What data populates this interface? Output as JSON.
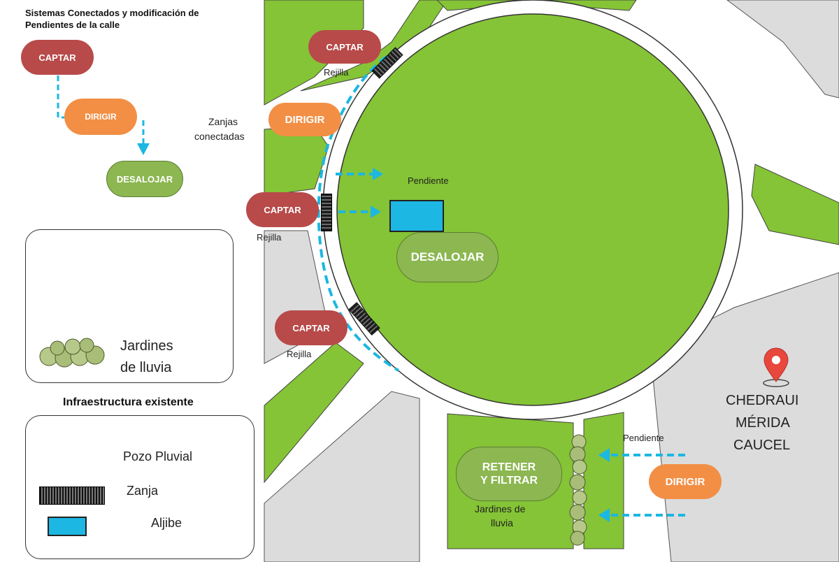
{
  "title": "Sistemas Conectados y modificación de Pendientes de la calle",
  "legend_flow": {
    "captar": "CAPTAR",
    "dirigir": "DIRIGIR",
    "desalojar": "DESALOJAR"
  },
  "legend_box1": {
    "jardines_line1": "Jardines",
    "jardines_line2": "de lluvia"
  },
  "legend_box2": {
    "heading": "Infraestructura existente",
    "pozo": "Pozo Pluvial",
    "zanja": "Zanja",
    "aljibe": "Aljibe"
  },
  "map": {
    "captar_top": "CAPTAR",
    "rejilla_top": "Rejilla",
    "dirigir_left": "DIRIGIR",
    "zanjas_line1": "Zanjas",
    "zanjas_line2": "conectadas",
    "captar_mid": "CAPTAR",
    "rejilla_mid": "Rejilla",
    "pendiente_center": "Pendiente",
    "desalojar_center": "DESALOJAR",
    "captar_bottom": "CAPTAR",
    "rejilla_bottom": "Rejilla",
    "retener_line1": "RETENER",
    "retener_line2": "Y FILTRAR",
    "jardines_line1": "Jardines de",
    "jardines_line2": "lluvia",
    "pendiente_bottom": "Pendiente",
    "dirigir_right": "DIRIGIR",
    "place_line1": "CHEDRAUI",
    "place_line2": "MÉRIDA",
    "place_line3": "CAUCEL"
  },
  "colors": {
    "grass": "#85c436",
    "road": "#ffffff",
    "pavement": "#dcdcdc",
    "captar": "#b84a4a",
    "dirigir": "#f28f45",
    "desalojar": "#8cb751",
    "water": "#1cb7e2",
    "pin": "#e8473d"
  },
  "icons": {
    "pin": "location-pin-icon",
    "trees": "rain-garden-trees-icon",
    "arrow": "flow-arrow-icon"
  }
}
